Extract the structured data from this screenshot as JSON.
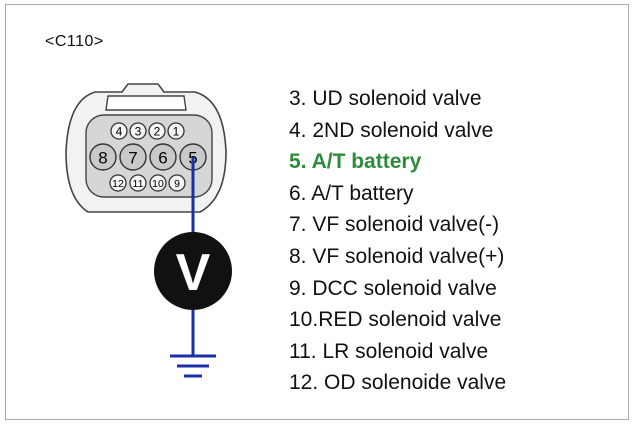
{
  "connector": {
    "id": "<C110>"
  },
  "pins_top_row": [
    "4",
    "3",
    "2",
    "1"
  ],
  "pins_middle_row": [
    "8",
    "7",
    "6",
    "5"
  ],
  "pins_bottom_row": [
    "12",
    "11",
    "10",
    "9"
  ],
  "meter": {
    "symbol": "V"
  },
  "pin_list": [
    {
      "text": "3. UD solenoid valve",
      "highlight": false
    },
    {
      "text": "4. 2ND solenoid valve",
      "highlight": false
    },
    {
      "text": "5. A/T battery",
      "highlight": true
    },
    {
      "text": "6. A/T battery",
      "highlight": false
    },
    {
      "text": "7. VF solenoid valve(-)",
      "highlight": false
    },
    {
      "text": "8. VF solenoid valve(+)",
      "highlight": false
    },
    {
      "text": "9. DCC solenoid valve",
      "highlight": false
    },
    {
      "text": "10.RED solenoid valve",
      "highlight": false
    },
    {
      "text": "11. LR solenoid valve",
      "highlight": false
    },
    {
      "text": "12. OD solenoide valve",
      "highlight": false
    }
  ],
  "colors": {
    "highlight": "#2e8b3a",
    "probe_wire": "#1a2fa8",
    "meter_fill": "#111111"
  }
}
